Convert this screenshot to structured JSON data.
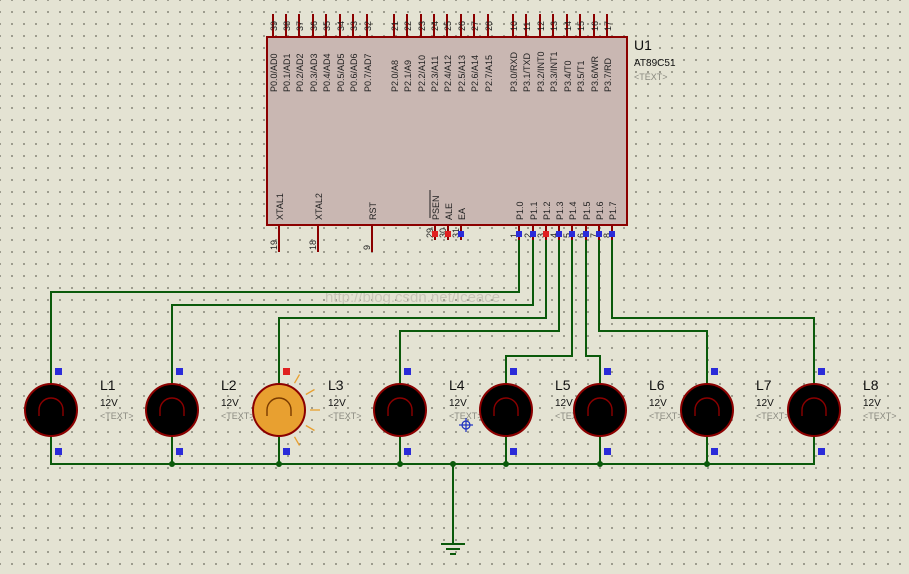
{
  "chip": {
    "ref": "U1",
    "part": "AT89C51",
    "text": "<TEXT>",
    "top_pins": [
      {
        "num": "39",
        "label": "P0.0/AD0"
      },
      {
        "num": "38",
        "label": "P0.1/AD1"
      },
      {
        "num": "37",
        "label": "P0.2/AD2"
      },
      {
        "num": "36",
        "label": "P0.3/AD3"
      },
      {
        "num": "35",
        "label": "P0.4/AD4"
      },
      {
        "num": "34",
        "label": "P0.5/AD5"
      },
      {
        "num": "33",
        "label": "P0.6/AD6"
      },
      {
        "num": "32",
        "label": "P0.7/AD7"
      },
      {
        "num": "21",
        "label": "P2.0/A8"
      },
      {
        "num": "22",
        "label": "P2.1/A9"
      },
      {
        "num": "23",
        "label": "P2.2/A10"
      },
      {
        "num": "24",
        "label": "P2.3/A11"
      },
      {
        "num": "25",
        "label": "P2.4/A12"
      },
      {
        "num": "26",
        "label": "P2.5/A13"
      },
      {
        "num": "27",
        "label": "P2.6/A14"
      },
      {
        "num": "28",
        "label": "P2.7/A15"
      },
      {
        "num": "10",
        "label": "P3.0/RXD"
      },
      {
        "num": "11",
        "label": "P3.1/TXD"
      },
      {
        "num": "12",
        "label": "P3.2/INT0"
      },
      {
        "num": "13",
        "label": "P3.3/INT1"
      },
      {
        "num": "14",
        "label": "P3.4/T0"
      },
      {
        "num": "15",
        "label": "P3.5/T1"
      },
      {
        "num": "16",
        "label": "P3.6/WR"
      },
      {
        "num": "17",
        "label": "P3.7/RD"
      }
    ],
    "bottom_pins": [
      {
        "num": "19",
        "label": "XTAL1"
      },
      {
        "num": "18",
        "label": "XTAL2"
      },
      {
        "num": "9",
        "label": "RST"
      },
      {
        "num": "29",
        "label": "PSEN"
      },
      {
        "num": "30",
        "label": "ALE"
      },
      {
        "num": "31",
        "label": "EA"
      },
      {
        "num": "1",
        "label": "P1.0"
      },
      {
        "num": "2",
        "label": "P1.1"
      },
      {
        "num": "3",
        "label": "P1.2"
      },
      {
        "num": "4",
        "label": "P1.3"
      },
      {
        "num": "5",
        "label": "P1.4"
      },
      {
        "num": "6",
        "label": "P1.5"
      },
      {
        "num": "7",
        "label": "P1.6"
      },
      {
        "num": "8",
        "label": "P1.7"
      }
    ]
  },
  "lamps": [
    {
      "ref": "L1",
      "value": "12V",
      "text": "<TEXT>",
      "lit": false
    },
    {
      "ref": "L2",
      "value": "12V",
      "text": "<TEXT>",
      "lit": false
    },
    {
      "ref": "L3",
      "value": "12V",
      "text": "<TEXT>",
      "lit": true
    },
    {
      "ref": "L4",
      "value": "12V",
      "text": "<TEXT>",
      "lit": false
    },
    {
      "ref": "L5",
      "value": "12V",
      "text": "<TEXT>",
      "lit": false
    },
    {
      "ref": "L6",
      "value": "12V",
      "text": "<TEXT>",
      "lit": false
    },
    {
      "ref": "L7",
      "value": "12V",
      "text": "<TEXT>",
      "lit": false
    },
    {
      "ref": "L8",
      "value": "12V",
      "text": "<TEXT>",
      "lit": false
    }
  ],
  "watermark": "http://blog.csdn.net/Iceace",
  "colors": {
    "wire": "#0b5a0b",
    "pin": "#8b0000",
    "chip_fill": "#c9b7b2",
    "lamp_fill": "#000000",
    "lamp_ring": "#8b0000",
    "lamp_lit_fill": "#e8a030",
    "marker_low": "#2b2bd9",
    "marker_high": "#e02020",
    "canvas": "#e4e3d3"
  }
}
